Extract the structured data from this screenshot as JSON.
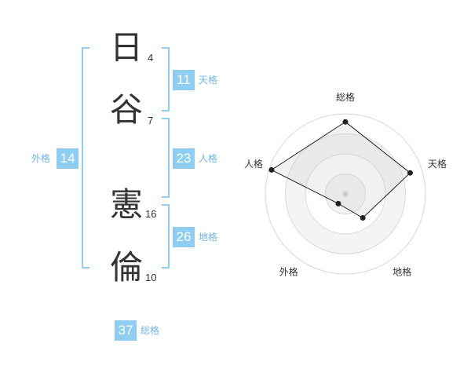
{
  "name_chars": [
    {
      "char": "日",
      "strokes": "4"
    },
    {
      "char": "谷",
      "strokes": "7"
    },
    {
      "char": "憲",
      "strokes": "16"
    },
    {
      "char": "倫",
      "strokes": "10"
    }
  ],
  "fortunes": {
    "tenkaku": {
      "value": "11",
      "label": "天格"
    },
    "jinkaku": {
      "value": "23",
      "label": "人格"
    },
    "chikaku": {
      "value": "26",
      "label": "地格"
    },
    "gaikaku": {
      "value": "14",
      "label": "外格"
    },
    "soukaku": {
      "value": "37",
      "label": "総格"
    }
  },
  "colors": {
    "accent": "#8fcdf1",
    "label": "#6fb6e6",
    "text": "#333333"
  },
  "chart_data": {
    "type": "radar",
    "axes": [
      "総格",
      "天格",
      "地格",
      "外格",
      "人格"
    ],
    "values": [
      0.9,
      0.85,
      0.37,
      0.15,
      0.97
    ],
    "range": [
      0,
      1
    ],
    "rings": 4
  }
}
